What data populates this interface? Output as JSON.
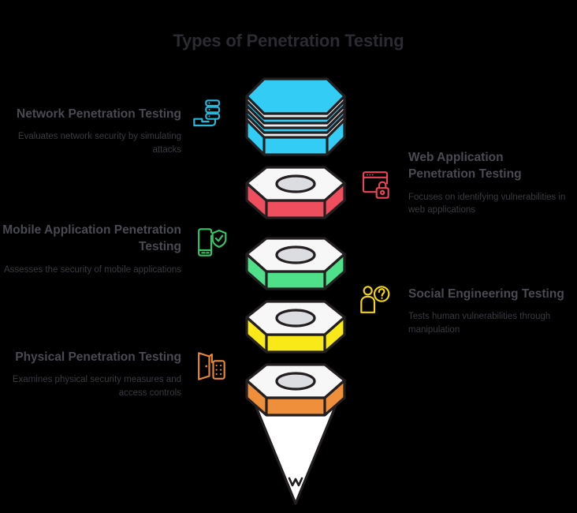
{
  "title": "Types of Penetration Testing",
  "theme": {
    "background": "#000000",
    "title_color": "#2b2b31",
    "heading_color": "#4a4a52",
    "description_color": "#3a3a40",
    "outline_color": "#231f20"
  },
  "funnel": {
    "type": "5-stage-funnel",
    "tip_color": "#ffffff",
    "segments": [
      {
        "name": "network",
        "color": "#33ccf5",
        "top_color": "#ececee",
        "style": "banded-octagon"
      },
      {
        "name": "web",
        "color": "#ef4e5e",
        "top_color": "#f7f7f8",
        "style": "hex-nut"
      },
      {
        "name": "mobile",
        "color": "#4fe08a",
        "top_color": "#f7f7f8",
        "style": "hex-nut"
      },
      {
        "name": "social",
        "color": "#f9e919",
        "top_color": "#f7f7f8",
        "style": "hex-nut"
      },
      {
        "name": "physical",
        "color": "#ef8f3c",
        "top_color": "#f7f7f8",
        "style": "hex-nut"
      }
    ]
  },
  "items": [
    {
      "id": "network",
      "side": "left",
      "icon": "server-stack-hand-icon",
      "icon_color": "#29b6d8",
      "heading": "Network Penetration Testing",
      "description": "Evaluates network security by simulating attacks"
    },
    {
      "id": "web",
      "side": "right",
      "icon": "browser-lock-icon",
      "icon_color": "#e8455b",
      "heading": "Web Application Penetration Testing",
      "description": "Focuses on identifying vulnerabilities in web applications"
    },
    {
      "id": "mobile",
      "side": "left",
      "icon": "phone-shield-check-icon",
      "icon_color": "#35c566",
      "heading": "Mobile Application Penetration Testing",
      "description": "Assesses the security of mobile applications"
    },
    {
      "id": "social",
      "side": "right",
      "icon": "person-question-icon",
      "icon_color": "#f2d413",
      "heading": "Social Engineering Testing",
      "description": "Tests human vulnerabilities through manipulation"
    },
    {
      "id": "physical",
      "side": "left",
      "icon": "door-keypad-icon",
      "icon_color": "#e8873a",
      "heading": "Physical Penetration Testing",
      "description": "Examines physical security measures and access controls"
    }
  ]
}
